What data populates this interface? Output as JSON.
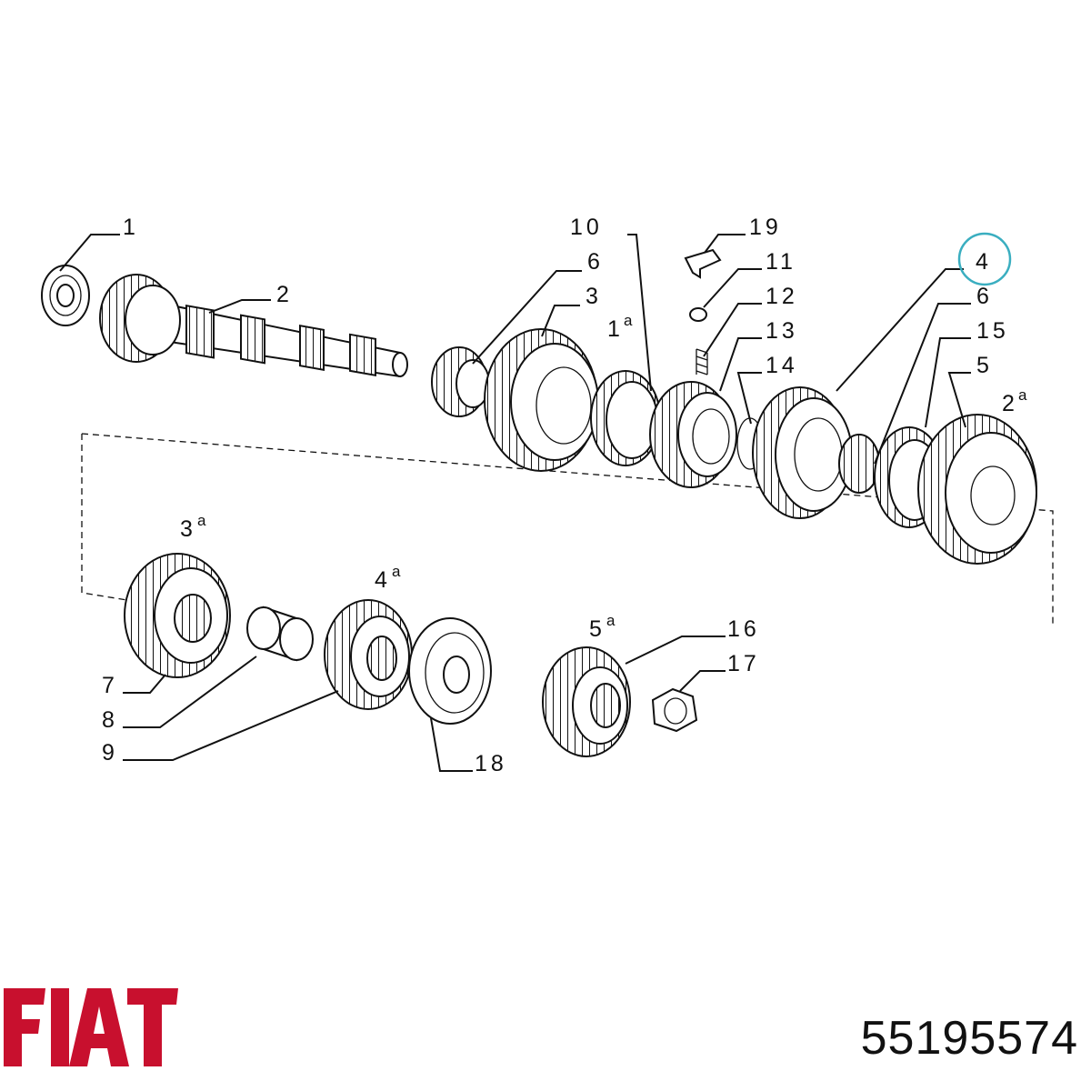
{
  "diagram": {
    "callouts": [
      {
        "id": "c1",
        "text": "1"
      },
      {
        "id": "c2",
        "text": "2"
      },
      {
        "id": "c10",
        "text": "10"
      },
      {
        "id": "c19",
        "text": "19"
      },
      {
        "id": "c6a",
        "text": "6"
      },
      {
        "id": "c11",
        "text": "11"
      },
      {
        "id": "c3",
        "text": "3"
      },
      {
        "id": "c12",
        "text": "12"
      },
      {
        "id": "c13",
        "text": "13"
      },
      {
        "id": "c14",
        "text": "14"
      },
      {
        "id": "c4",
        "text": "4"
      },
      {
        "id": "c6b",
        "text": "6"
      },
      {
        "id": "c15",
        "text": "15"
      },
      {
        "id": "c5",
        "text": "5"
      },
      {
        "id": "c7",
        "text": "7"
      },
      {
        "id": "c8",
        "text": "8"
      },
      {
        "id": "c9",
        "text": "9"
      },
      {
        "id": "c18",
        "text": "18"
      },
      {
        "id": "c16",
        "text": "16"
      },
      {
        "id": "c17",
        "text": "17"
      }
    ],
    "gear_labels": [
      {
        "id": "g1",
        "num": "1",
        "sup": "a"
      },
      {
        "id": "g2",
        "num": "2",
        "sup": "a"
      },
      {
        "id": "g3",
        "num": "3",
        "sup": "a"
      },
      {
        "id": "g4",
        "num": "4",
        "sup": "a"
      },
      {
        "id": "g5",
        "num": "5",
        "sup": "a"
      }
    ],
    "highlighted_callout": "4",
    "highlight_color": "#3aaec0"
  },
  "brand": {
    "logo_text": "FIAT",
    "color": "#c8102e"
  },
  "part_number": "55195574"
}
